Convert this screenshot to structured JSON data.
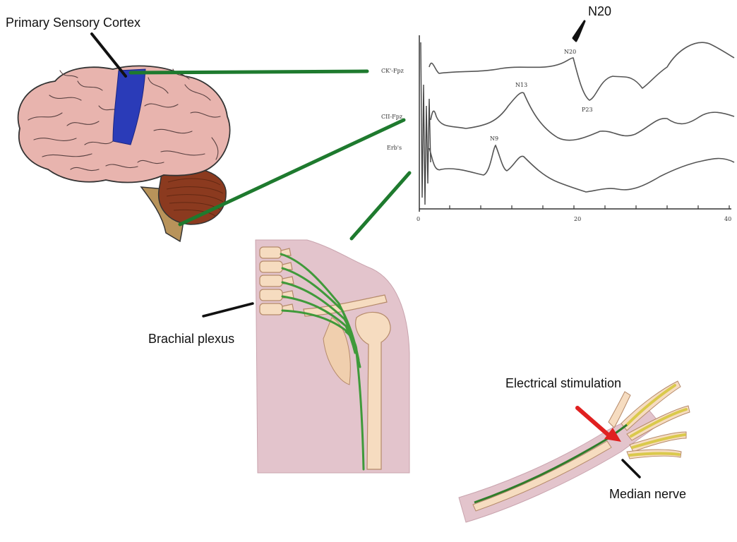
{
  "labels": {
    "primary_sensory_cortex": "Primary Sensory Cortex",
    "n20_top": "N20",
    "brachial_plexus": "Brachial plexus",
    "electrical_stimulation": "Electrical stimulation",
    "median_nerve": "Median nerve"
  },
  "trace_labels": {
    "cortex": "CK'-Fpz",
    "cervical": "CII-Fpz",
    "erb": "Erb's"
  },
  "peak_labels": {
    "n20": "N20",
    "p23": "P23",
    "n13": "N13",
    "n9": "N9"
  },
  "axis_ticks": {
    "start": "0",
    "mid": "20",
    "end": "40"
  },
  "colors": {
    "cortex_region": "#2a3bb8",
    "brain": "#e8b4ae",
    "cerebellum": "#8b3a1f",
    "brainstem": "#b8935a",
    "connector": "#1e7a2e",
    "nerve": "#3f9a3a",
    "stimulus_arrow": "#e02020",
    "skin": "#e3c4cc",
    "bone": "#f6dcc0"
  }
}
